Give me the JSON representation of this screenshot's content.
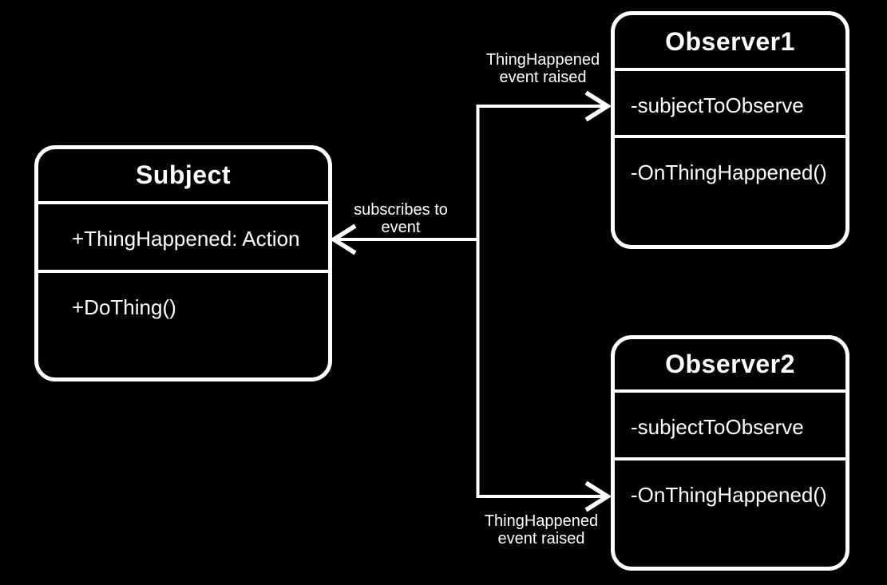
{
  "colors": {
    "background": "#000000",
    "foreground": "#ffffff"
  },
  "classes": [
    {
      "name": "Subject",
      "members": [
        "+ThingHappened: Action",
        "+DoThing()"
      ]
    },
    {
      "name": "Observer1",
      "members": [
        "-subjectToObserve",
        "-OnThingHappened()"
      ]
    },
    {
      "name": "Observer2",
      "members": [
        "-subjectToObserve",
        "-OnThingHappened()"
      ]
    }
  ],
  "edge_labels": {
    "to_observer1": "ThingHappened\nevent raised",
    "to_subject": "subscribes to\nevent",
    "to_observer2": "ThingHappened\nevent raised"
  }
}
